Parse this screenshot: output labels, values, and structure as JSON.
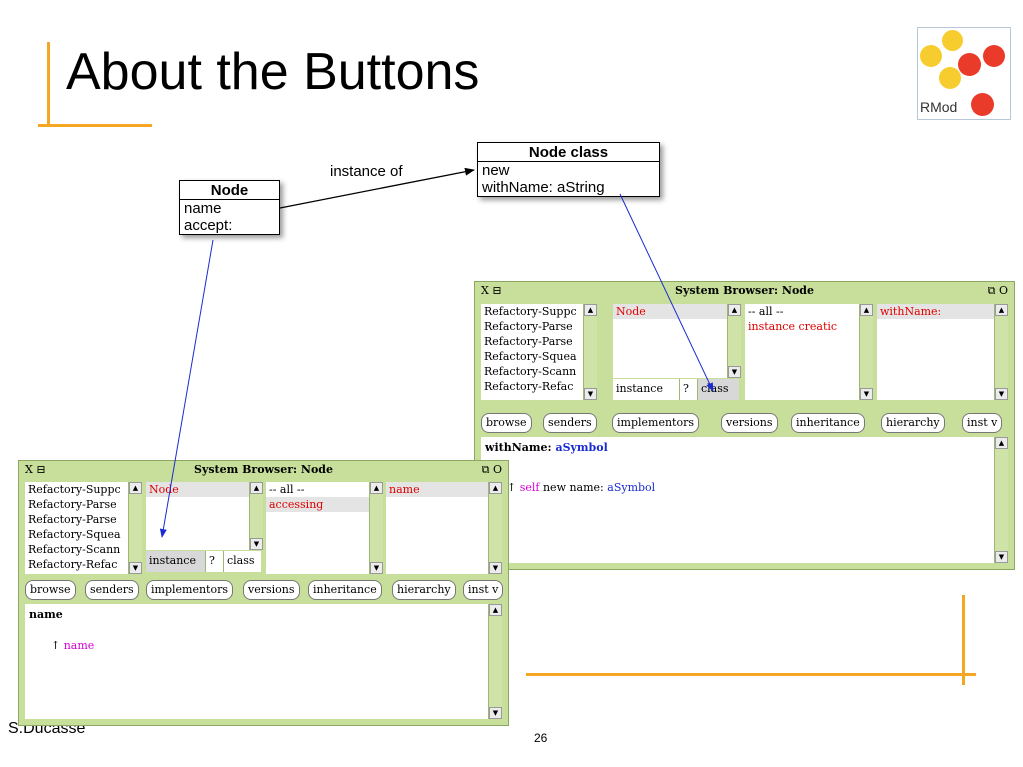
{
  "slide": {
    "title": "About the Buttons",
    "author": "S.Ducasse",
    "page_number": "26",
    "logo_text": "RMod",
    "colors": {
      "accent": "#f5a623",
      "window_bg": "#c7df9b",
      "selector_red": "#e00000",
      "arg_blue": "#1a2bd1",
      "magenta": "#d400d4"
    }
  },
  "diagram": {
    "node_box": {
      "title": "Node",
      "items": [
        "name",
        "accept:"
      ]
    },
    "node_class_box": {
      "title": "Node class",
      "items": [
        "new",
        "withName: aString"
      ]
    },
    "relation_label": "instance of"
  },
  "browser_back": {
    "title": "System Browser: Node",
    "close_icon": "X",
    "menu_icon": "⊟",
    "right_icons": "⧉ O",
    "packages": [
      "Refactory-Suppc",
      "Refactory-Parse",
      "Refactory-Parse",
      "Refactory-Squea",
      "Refactory-Scann",
      "Refactory-Refac"
    ],
    "classes": [
      "Node"
    ],
    "toggles": [
      "instance",
      "?",
      "class"
    ],
    "protocols": [
      "-- all --",
      "instance creatic"
    ],
    "methods": [
      "withName:"
    ],
    "buttons": [
      "browse",
      "senders",
      "implementors",
      "versions",
      "inheritance",
      "hierarchy",
      "inst v"
    ],
    "code_signature_selector": "withName:",
    "code_signature_arg": "aSymbol",
    "code_caret": "↑",
    "code_self": "self",
    "code_msg": "new name:",
    "code_arg": "aSymbol"
  },
  "browser_front": {
    "title": "System Browser: Node",
    "close_icon": "X",
    "menu_icon": "⊟",
    "right_icons": "⧉ O",
    "packages": [
      "Refactory-Suppc",
      "Refactory-Parse",
      "Refactory-Parse",
      "Refactory-Squea",
      "Refactory-Scann",
      "Refactory-Refac"
    ],
    "classes": [
      "Node"
    ],
    "toggles": [
      "instance",
      "?",
      "class"
    ],
    "protocols": [
      "-- all --",
      "accessing"
    ],
    "methods": [
      "name"
    ],
    "buttons": [
      "browse",
      "senders",
      "implementors",
      "versions",
      "inheritance",
      "hierarchy",
      "inst v"
    ],
    "code_signature": "name",
    "code_caret": "↑",
    "code_body": "name"
  }
}
